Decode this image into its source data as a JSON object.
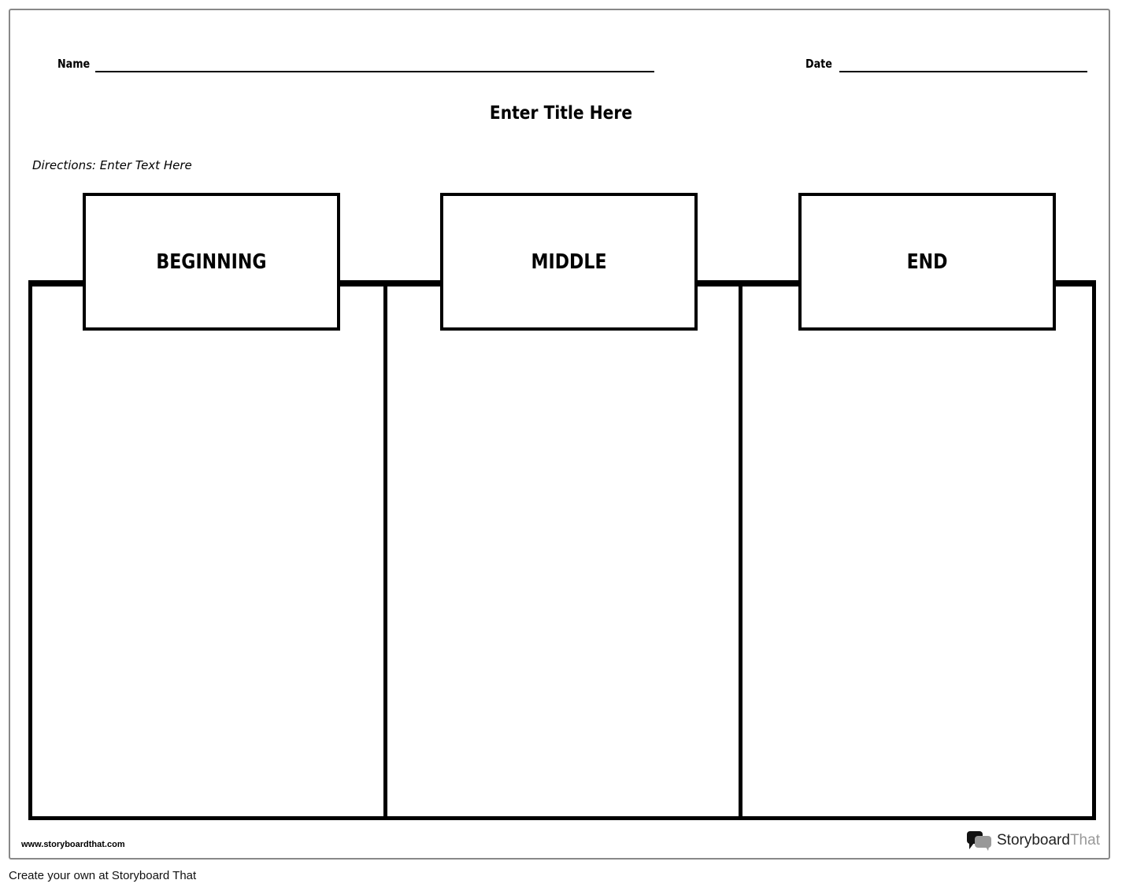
{
  "header": {
    "name_label": "Name",
    "date_label": "Date",
    "title": "Enter Title Here",
    "directions": "Directions: Enter Text Here"
  },
  "columns": [
    {
      "label": "BEGINNING"
    },
    {
      "label": "MIDDLE"
    },
    {
      "label": "END"
    }
  ],
  "footer": {
    "url": "www.storyboardthat.com",
    "logo_text_1": "Storyboard",
    "logo_text_2": "That",
    "caption": "Create your own at Storyboard That"
  }
}
